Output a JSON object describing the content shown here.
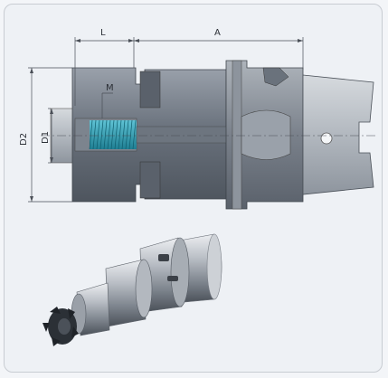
{
  "drawing": {
    "dimension_labels": {
      "L": "L",
      "A": "A",
      "M": "M",
      "D2": "D2",
      "D1": "D1"
    }
  },
  "colors": {
    "background": "#eef1f5",
    "metal_dark": "#5f6772",
    "metal_mid": "#858c96",
    "metal_light": "#b9bec6",
    "thread": "#2fa0b6",
    "dimension_line": "#4a4f57"
  }
}
